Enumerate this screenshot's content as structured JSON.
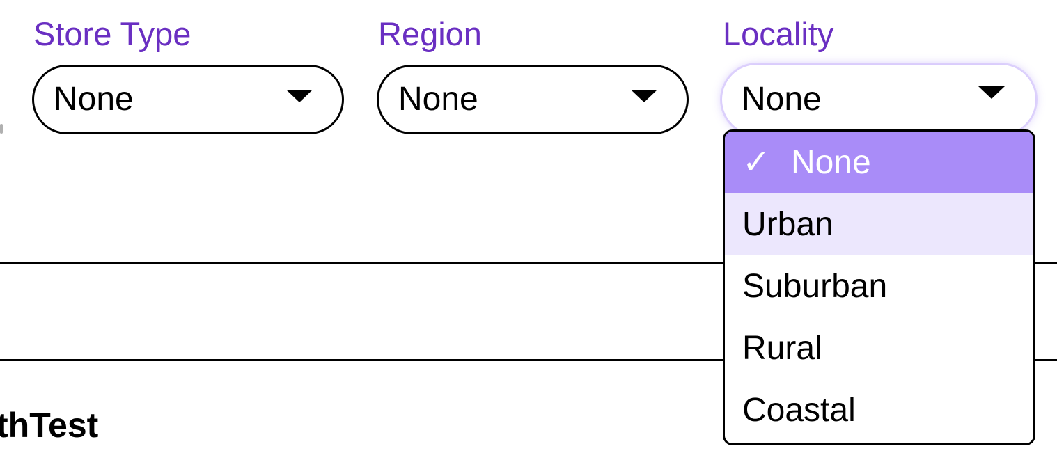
{
  "filters": {
    "store_type": {
      "label": "Store Type",
      "value": "None"
    },
    "region": {
      "label": "Region",
      "value": "None"
    },
    "locality": {
      "label": "Locality",
      "value": "None"
    }
  },
  "locality_menu": {
    "check_glyph": "✓",
    "options": [
      "None",
      "Urban",
      "Suburban",
      "Rural",
      "Coastal"
    ],
    "selected": "None",
    "hovered": "Urban"
  },
  "content": {
    "bottom_text": "thTest"
  },
  "colors": {
    "label": "#6a2fc2",
    "selected_option_bg": "#a98cf8",
    "hovered_option_bg": "#ece7fd"
  },
  "icons": {
    "dropdown_caret": "caret-down-icon",
    "selected_check": "check-icon"
  }
}
